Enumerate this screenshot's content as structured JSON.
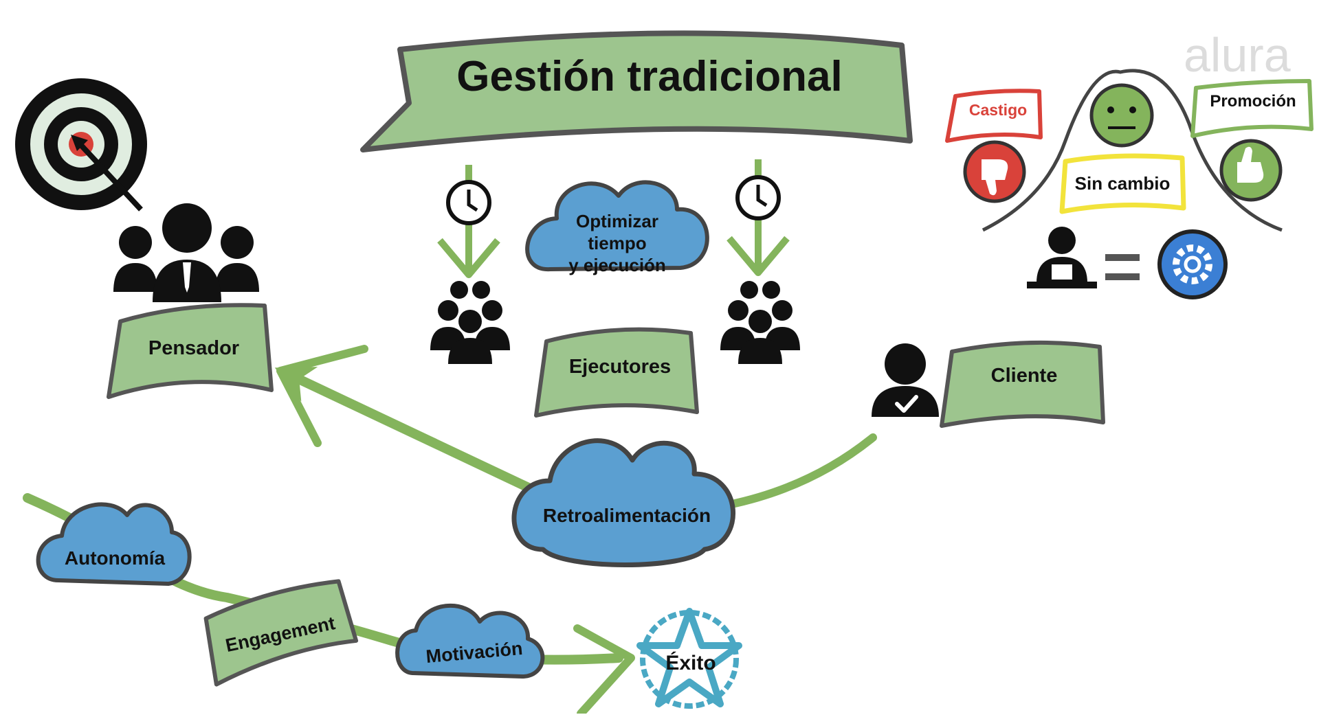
{
  "brand": {
    "logo_text": "alura"
  },
  "title": "Gestión tradicional",
  "roles": {
    "pensador": "Pensador",
    "ejecutores": "Ejecutores",
    "cliente": "Cliente"
  },
  "clouds": {
    "optimizar_line1": "Optimizar",
    "optimizar_line2": "tiempo",
    "optimizar_line3": "y ejecución",
    "retroalimentacion": "Retroalimentación",
    "autonomia": "Autonomía",
    "motivacion": "Motivación"
  },
  "flow": {
    "engagement": "Engagement",
    "exito": "Éxito"
  },
  "evaluation": {
    "castigo": "Castigo",
    "sin_cambio": "Sin cambio",
    "promocion": "Promoción"
  },
  "colors": {
    "banner_green": "#9dc58e",
    "arrow_green": "#84b45c",
    "cloud_blue": "#5b9fd1",
    "outline": "#4a4a4a",
    "red": "#d9423a",
    "yellow": "#f2e33b",
    "star_teal": "#4aa8c4"
  }
}
